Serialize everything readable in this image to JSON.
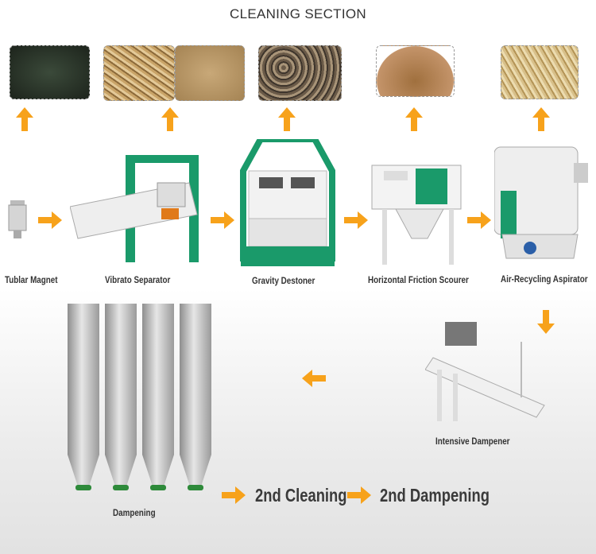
{
  "title": "CLEANING SECTION",
  "machines": [
    {
      "label": "Tublar Magnet"
    },
    {
      "label": "Vibrato Separator"
    },
    {
      "label": "Gravity Destoner"
    },
    {
      "label": "Horizontal Friction Scourer"
    },
    {
      "label": "Air-Recycling Aspirator"
    },
    {
      "label": "Intensive Dampener"
    },
    {
      "label": "Dampening"
    }
  ],
  "next_steps": [
    "2nd Cleaning",
    "2nd Dampening"
  ],
  "colors": {
    "arrow": "#f7a21b",
    "machine_green": "#1a9a6a",
    "text": "#333333"
  }
}
